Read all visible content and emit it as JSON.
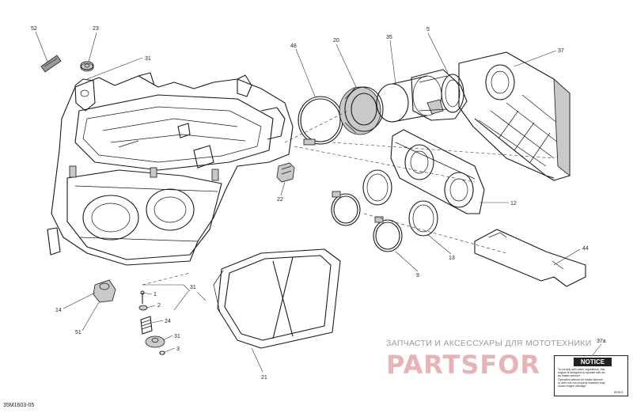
{
  "callouts": [
    {
      "id": "52",
      "label": "52"
    },
    {
      "id": "23",
      "label": "23"
    },
    {
      "id": "31a",
      "label": "31"
    },
    {
      "id": "48",
      "label": "48"
    },
    {
      "id": "20",
      "label": "20"
    },
    {
      "id": "35",
      "label": "35"
    },
    {
      "id": "5",
      "label": "5"
    },
    {
      "id": "37",
      "label": "37"
    },
    {
      "id": "22",
      "label": "22"
    },
    {
      "id": "12",
      "label": "12"
    },
    {
      "id": "13",
      "label": "13"
    },
    {
      "id": "9",
      "label": "9"
    },
    {
      "id": "44",
      "label": "44"
    },
    {
      "id": "14",
      "label": "14"
    },
    {
      "id": "51",
      "label": "51"
    },
    {
      "id": "31b",
      "label": "31"
    },
    {
      "id": "1",
      "label": "1"
    },
    {
      "id": "2",
      "label": "2"
    },
    {
      "id": "24",
      "label": "24"
    },
    {
      "id": "31c",
      "label": "31"
    },
    {
      "id": "3",
      "label": "3"
    },
    {
      "id": "21",
      "label": "21"
    },
    {
      "id": "37a",
      "label": "37a"
    }
  ],
  "drawing_number": "35M1603-05",
  "watermark": {
    "caption": "ЗАПЧАСТИ И АКСЕССУАРЫ ДЛЯ МОТОТЕХНИКИ",
    "logo": "PARTSFOR"
  },
  "notice_label": {
    "title": "NOTICE",
    "lines": [
      "To comply with noise regulations, this",
      "engine is designed to operate with an",
      "air intake silencer.",
      "Operation without air intake silencer",
      "or with one not properly installed may",
      "cause engine damage."
    ],
    "ref": "5031S"
  },
  "colors": {
    "line": "#1a1a1a",
    "shade": "#c9c9c9",
    "watermark_text": "#9a9a9a",
    "watermark_logo": "#e8b3b6"
  }
}
